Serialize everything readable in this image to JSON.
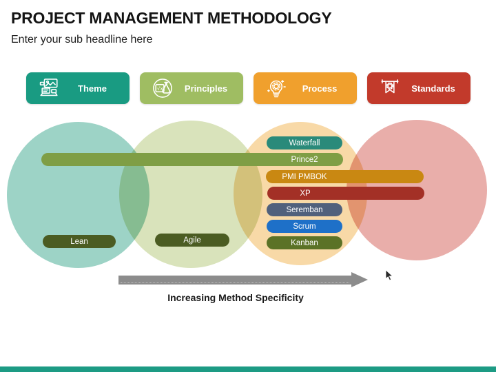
{
  "slide": {
    "title": "PROJECT MANAGEMENT METHODOLOGY",
    "subtitle": "Enter your sub headline here",
    "accent_color": "#1d9b84"
  },
  "tabs": [
    {
      "label": "Theme",
      "color": "#199b82",
      "icon": "monitor-design-icon"
    },
    {
      "label": "Principles",
      "color": "#9fbd62",
      "icon": "formula-flask-icon"
    },
    {
      "label": "Process",
      "color": "#f0a02d",
      "icon": "bulb-gear-icon"
    },
    {
      "label": "Standards",
      "color": "#c23a2b",
      "icon": "pennant-gear-icon"
    }
  ],
  "venn": {
    "circles": [
      {
        "name": "theme-circle",
        "color": "#9dd3c6"
      },
      {
        "name": "principles-circle",
        "color": "#d9e3bb"
      },
      {
        "name": "process-circle",
        "color": "#f8d9a7"
      },
      {
        "name": "standards-circle",
        "color": "#e9aeaa"
      }
    ]
  },
  "methods": [
    {
      "label": "Waterfall",
      "color": "#2a8a7a"
    },
    {
      "label": "Prince2",
      "color": "#7f9e45"
    },
    {
      "label": "PMI PMBOK",
      "color": "#c98812"
    },
    {
      "label": "XP",
      "color": "#a33026"
    },
    {
      "label": "Seremban",
      "color": "#50607c"
    },
    {
      "label": "Scrum",
      "color": "#1e70c8"
    },
    {
      "label": "Kanban",
      "color": "#5b7226"
    },
    {
      "label": "Lean",
      "color": "#4b5c22"
    },
    {
      "label": "Agile",
      "color": "#4b5c22"
    }
  ],
  "arrow": {
    "label": "Increasing Method Specificity",
    "color": "#8c8c8c"
  }
}
